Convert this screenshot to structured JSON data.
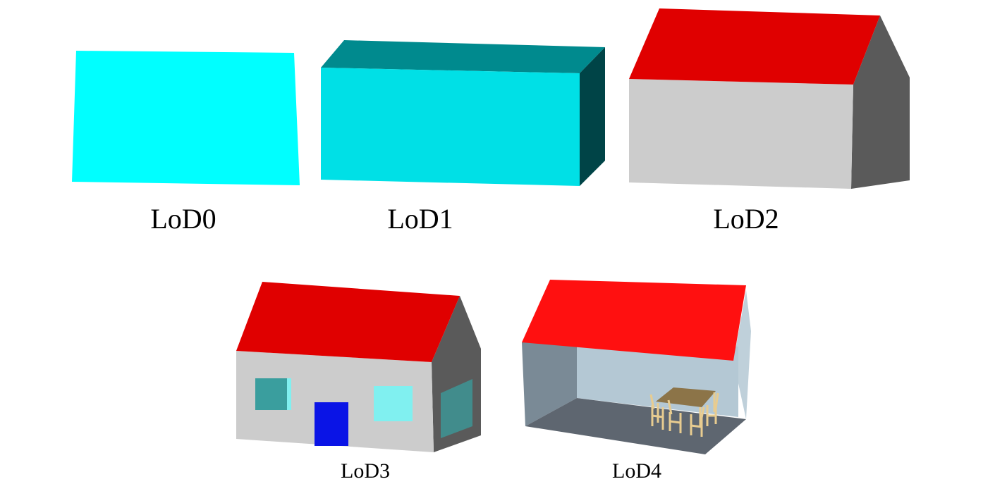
{
  "levels": [
    {
      "label": "LoD0"
    },
    {
      "label": "LoD1"
    },
    {
      "label": "LoD2"
    },
    {
      "label": "LoD3"
    },
    {
      "label": "LoD4"
    }
  ],
  "colors": {
    "lod0_face": "#00ffff",
    "lod1_front": "#00e0e6",
    "lod1_top": "#008a8e",
    "lod1_side": "#004447",
    "wall_front": "#cccccc",
    "wall_side": "#5a5a5a",
    "roof": "#e00000",
    "roof_bright": "#ff1010",
    "window_dark": "#3a9e9e",
    "window_light": "#80f0f0",
    "door": "#0a14e6",
    "interior_back": "#b4c8d4",
    "interior_side": "#7a8a96",
    "interior_floor": "#5e6670",
    "furniture": "#e8cc90",
    "table_top": "#8c7448"
  }
}
